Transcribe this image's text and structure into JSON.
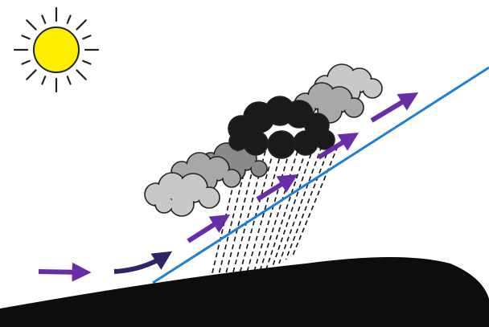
{
  "diagram": {
    "colors": {
      "background": "#ffffff",
      "sun_fill": "#ffee00",
      "sun_outline": "#222222",
      "sun_rays": "#222222",
      "storm_cloud": "#1a1a1a",
      "cloud_light": "#c8c8c8",
      "cloud_mid": "#a8a8a8",
      "cloud_dark": "#8a8a8a",
      "cloud_outline": "#222222",
      "rain": "#111111",
      "arrow": "#6a2da8",
      "arrow_dark": "#2e2466",
      "front_line": "#1f7fd4",
      "ground": "#0d0d0d"
    },
    "elements": [
      {
        "name": "sun-icon"
      },
      {
        "name": "warm-air-arrow"
      },
      {
        "name": "front-line"
      },
      {
        "name": "cumulonimbus-cloud"
      },
      {
        "name": "rain-shaft"
      },
      {
        "name": "nimbostratus-clouds"
      },
      {
        "name": "mountain-ground"
      }
    ]
  }
}
